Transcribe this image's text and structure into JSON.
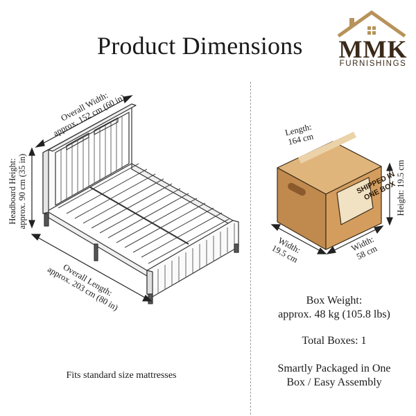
{
  "title": "Product Dimensions",
  "logo": {
    "name": "MMK",
    "subtitle": "FURNISHINGS",
    "brand_color": "#b8925a"
  },
  "bed": {
    "width_label": "Overall Width:",
    "width_value": "approx. 152 cm (60 in)",
    "headboard_label": "Headboard Height:",
    "headboard_value": "approx. 90 cm (35 in)",
    "length_label": "Overall Length:",
    "length_value": "approx. 203 cm (80 in)",
    "note": "Fits standard size mattresses"
  },
  "box": {
    "length_label": "Length:",
    "length_value": "164 cm",
    "height_label": "Height: 19.5 cm",
    "width_left_label": "Width:",
    "width_left_value": "19.5 cm",
    "width_right_label": "Width:",
    "width_right_value": "58 cm",
    "sticker_line1": "SHIPPED IN",
    "sticker_line2": "ONE BOX",
    "weight_label": "Box Weight:",
    "weight_value": "approx. 48 kg (105.8 lbs)",
    "total": "Total Boxes: 1",
    "packaging_line1": "Smartly Packaged in One",
    "packaging_line2": "Box / Easy Assembly"
  }
}
